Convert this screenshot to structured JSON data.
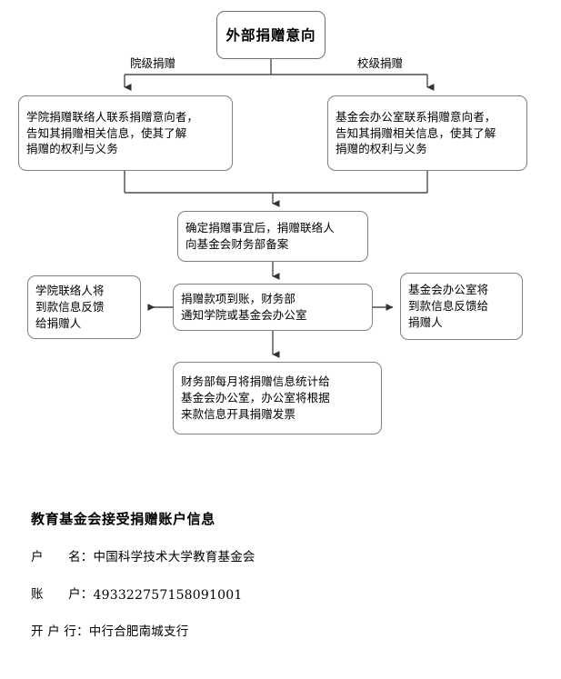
{
  "flowchart": {
    "nodes": {
      "start": {
        "text": "外部捐赠意向"
      },
      "college_contact": {
        "text": "学院捐赠联络人联系捐赠意向者，\n告知其捐赠相关信息，使其了解\n捐赠的权利与义务"
      },
      "foundation_office": {
        "text": "基金会办公室联系捐赠意向者，\n告知其捐赠相关信息，使其了解\n捐赠的权利与义务"
      },
      "record_filing": {
        "text": "确定捐赠事宜后，捐赠联络人\n向基金会财务部备案"
      },
      "funds_received": {
        "text": "捐赠款项到账，财务部\n通知学院或基金会办公室"
      },
      "left_feedback": {
        "text": "学院联络人将\n到款信息反馈\n给捐赠人"
      },
      "right_feedback": {
        "text": "基金会办公室将\n到款信息反馈给\n捐赠人"
      },
      "monthly_report": {
        "text": "财务部每月将捐赠信息统计给\n基金会办公室，办公室将根据\n来款信息开具捐赠发票"
      }
    },
    "edge_labels": {
      "college_branch": "院级捐赠",
      "university_branch": "校级捐赠"
    },
    "colors": {
      "node_border": "#808080",
      "connector": "#4d4d4d",
      "text": "#000000",
      "background": "#ffffff"
    }
  },
  "account_info": {
    "title": "教育基金会接受捐赠账户信息",
    "rows": [
      {
        "label": "户　　名：",
        "value": "中国科学技术大学教育基金会",
        "numeric": false
      },
      {
        "label": "账　　户：",
        "value": "493322757158091001",
        "numeric": true
      },
      {
        "label": "开 户 行：",
        "value": "中行合肥南城支行",
        "numeric": false
      }
    ]
  }
}
